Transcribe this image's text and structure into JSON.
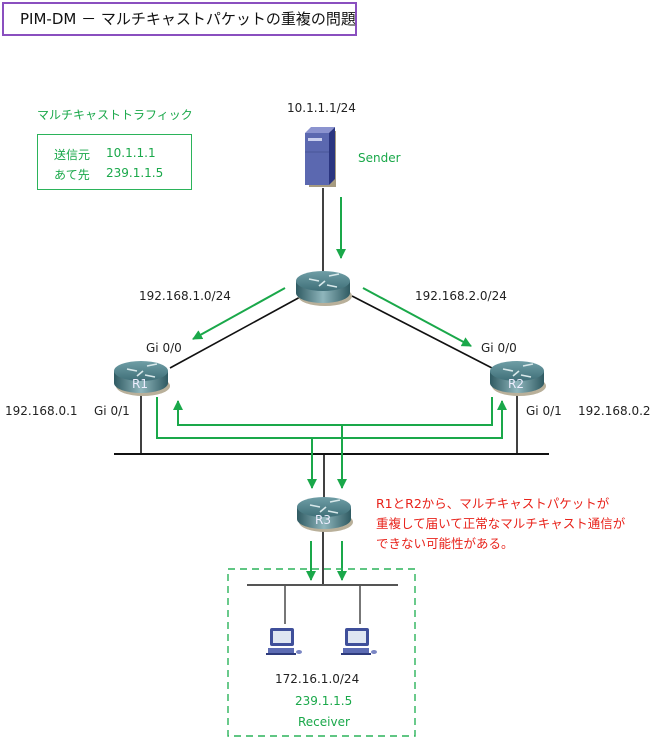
{
  "title": "PIM-DM － マルチキャストパケットの重複の問題",
  "traffic": {
    "heading": "マルチキャストトラフィック",
    "rows": [
      {
        "key": "送信元",
        "value": "10.1.1.1"
      },
      {
        "key": "あて先",
        "value": "239.1.1.5"
      }
    ]
  },
  "sender": {
    "ip": "10.1.1.1/24",
    "label": "Sender",
    "icon": "server-icon"
  },
  "links": {
    "left_subnet": "192.168.1.0/24",
    "right_subnet": "192.168.2.0/24"
  },
  "r1": {
    "name": "R1",
    "if_top": "Gi 0/0",
    "if_bottom": "Gi 0/1",
    "ip": "192.168.0.1"
  },
  "r2": {
    "name": "R2",
    "if_top": "Gi 0/0",
    "if_bottom": "Gi 0/1",
    "ip": "192.168.0.2"
  },
  "r3": {
    "name": "R3"
  },
  "note": [
    "R1とR2から、マルチキャストパケットが",
    "重複して届いて正常なマルチキャスト通信が",
    "できない可能性がある。"
  ],
  "receiver": {
    "subnet": "172.16.1.0/24",
    "group": "239.1.1.5",
    "label": "Receiver",
    "icon": "pc-icon"
  },
  "colors": {
    "traffic_green": "#1aa84a",
    "warning_red": "#e8231b",
    "title_border": "#8a4fbf"
  }
}
